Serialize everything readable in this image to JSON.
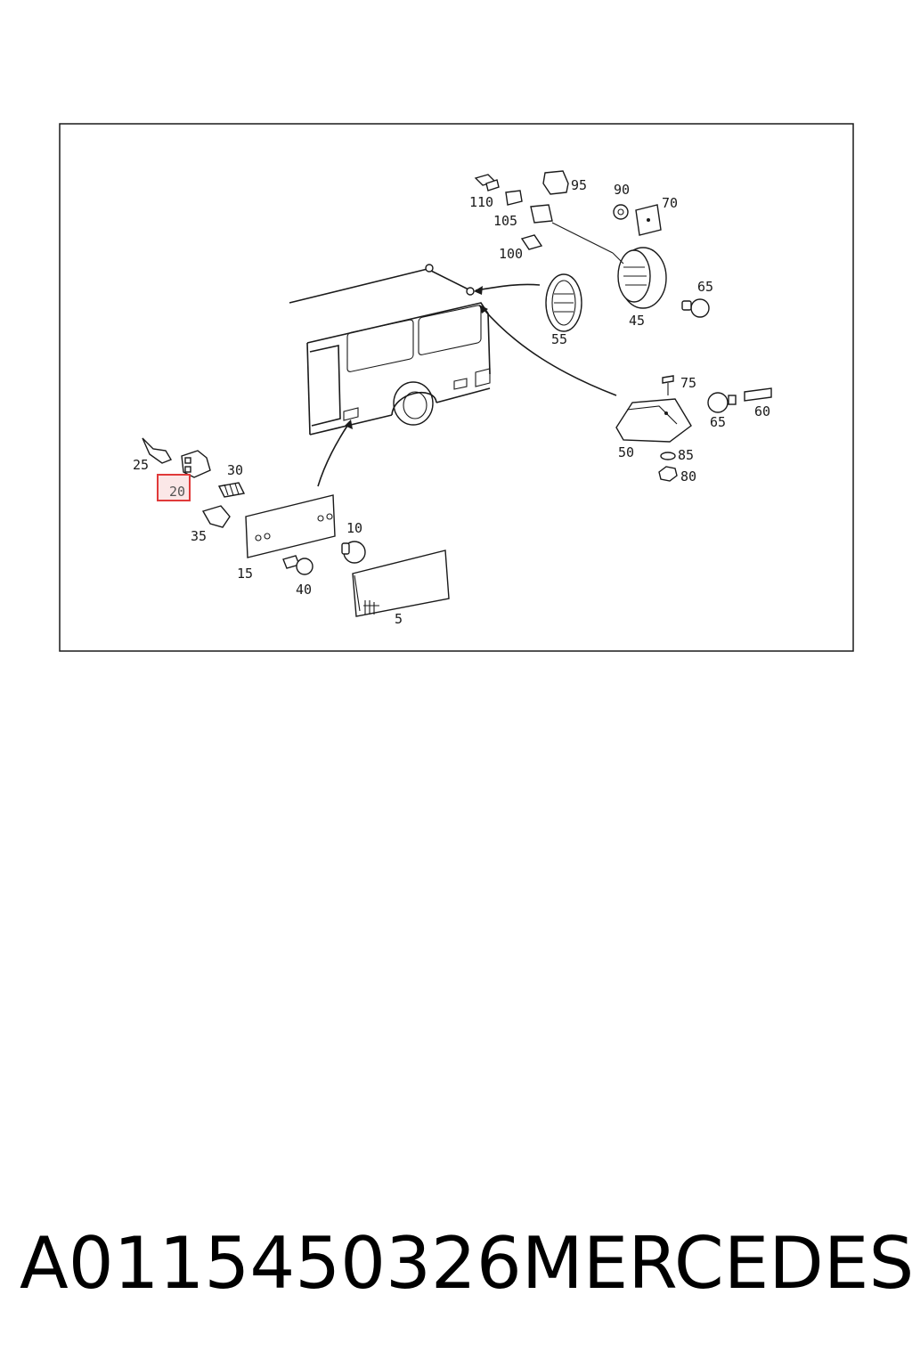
{
  "labels": [
    "110",
    "95",
    "90",
    "70",
    "105",
    "100",
    "65",
    "55",
    "45",
    "75",
    "65",
    "60",
    "50",
    "85",
    "80",
    "25",
    "30",
    "20",
    "35",
    "10",
    "15",
    "40",
    "5"
  ],
  "highlight_label": "20",
  "highlight_color": "#e03a3a",
  "part_number": "A0115450326",
  "brand": "MERCEDES"
}
